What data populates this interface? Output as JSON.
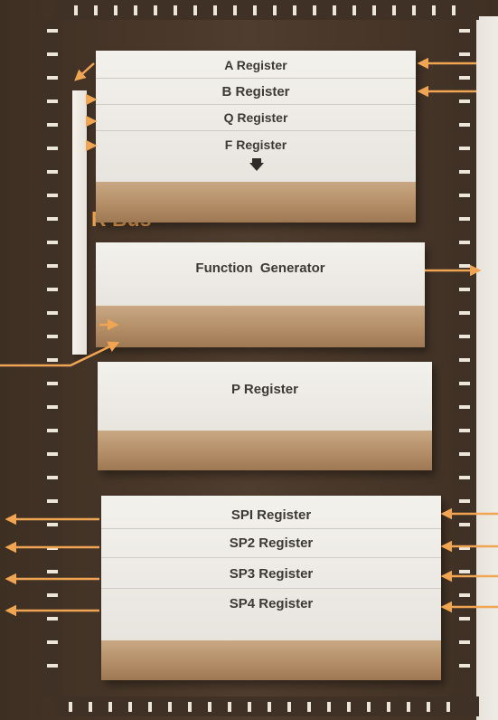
{
  "registers": {
    "a": "A Register",
    "b": "B Register",
    "q": "Q Register",
    "f": "F Register",
    "function_generator": "Function Generator",
    "p": "P Register",
    "sp1": "SPI Register",
    "sp2": "SP2 Register",
    "sp3": "SP3 Register",
    "sp4": "SP4 Register"
  },
  "bus_label": "R Bus",
  "colors": {
    "arrow": "#f0a552",
    "bus_label": "#f0a552",
    "background": "#4b3a2c",
    "block_top": "#f3f1ec",
    "block_side": "#b48e67"
  }
}
